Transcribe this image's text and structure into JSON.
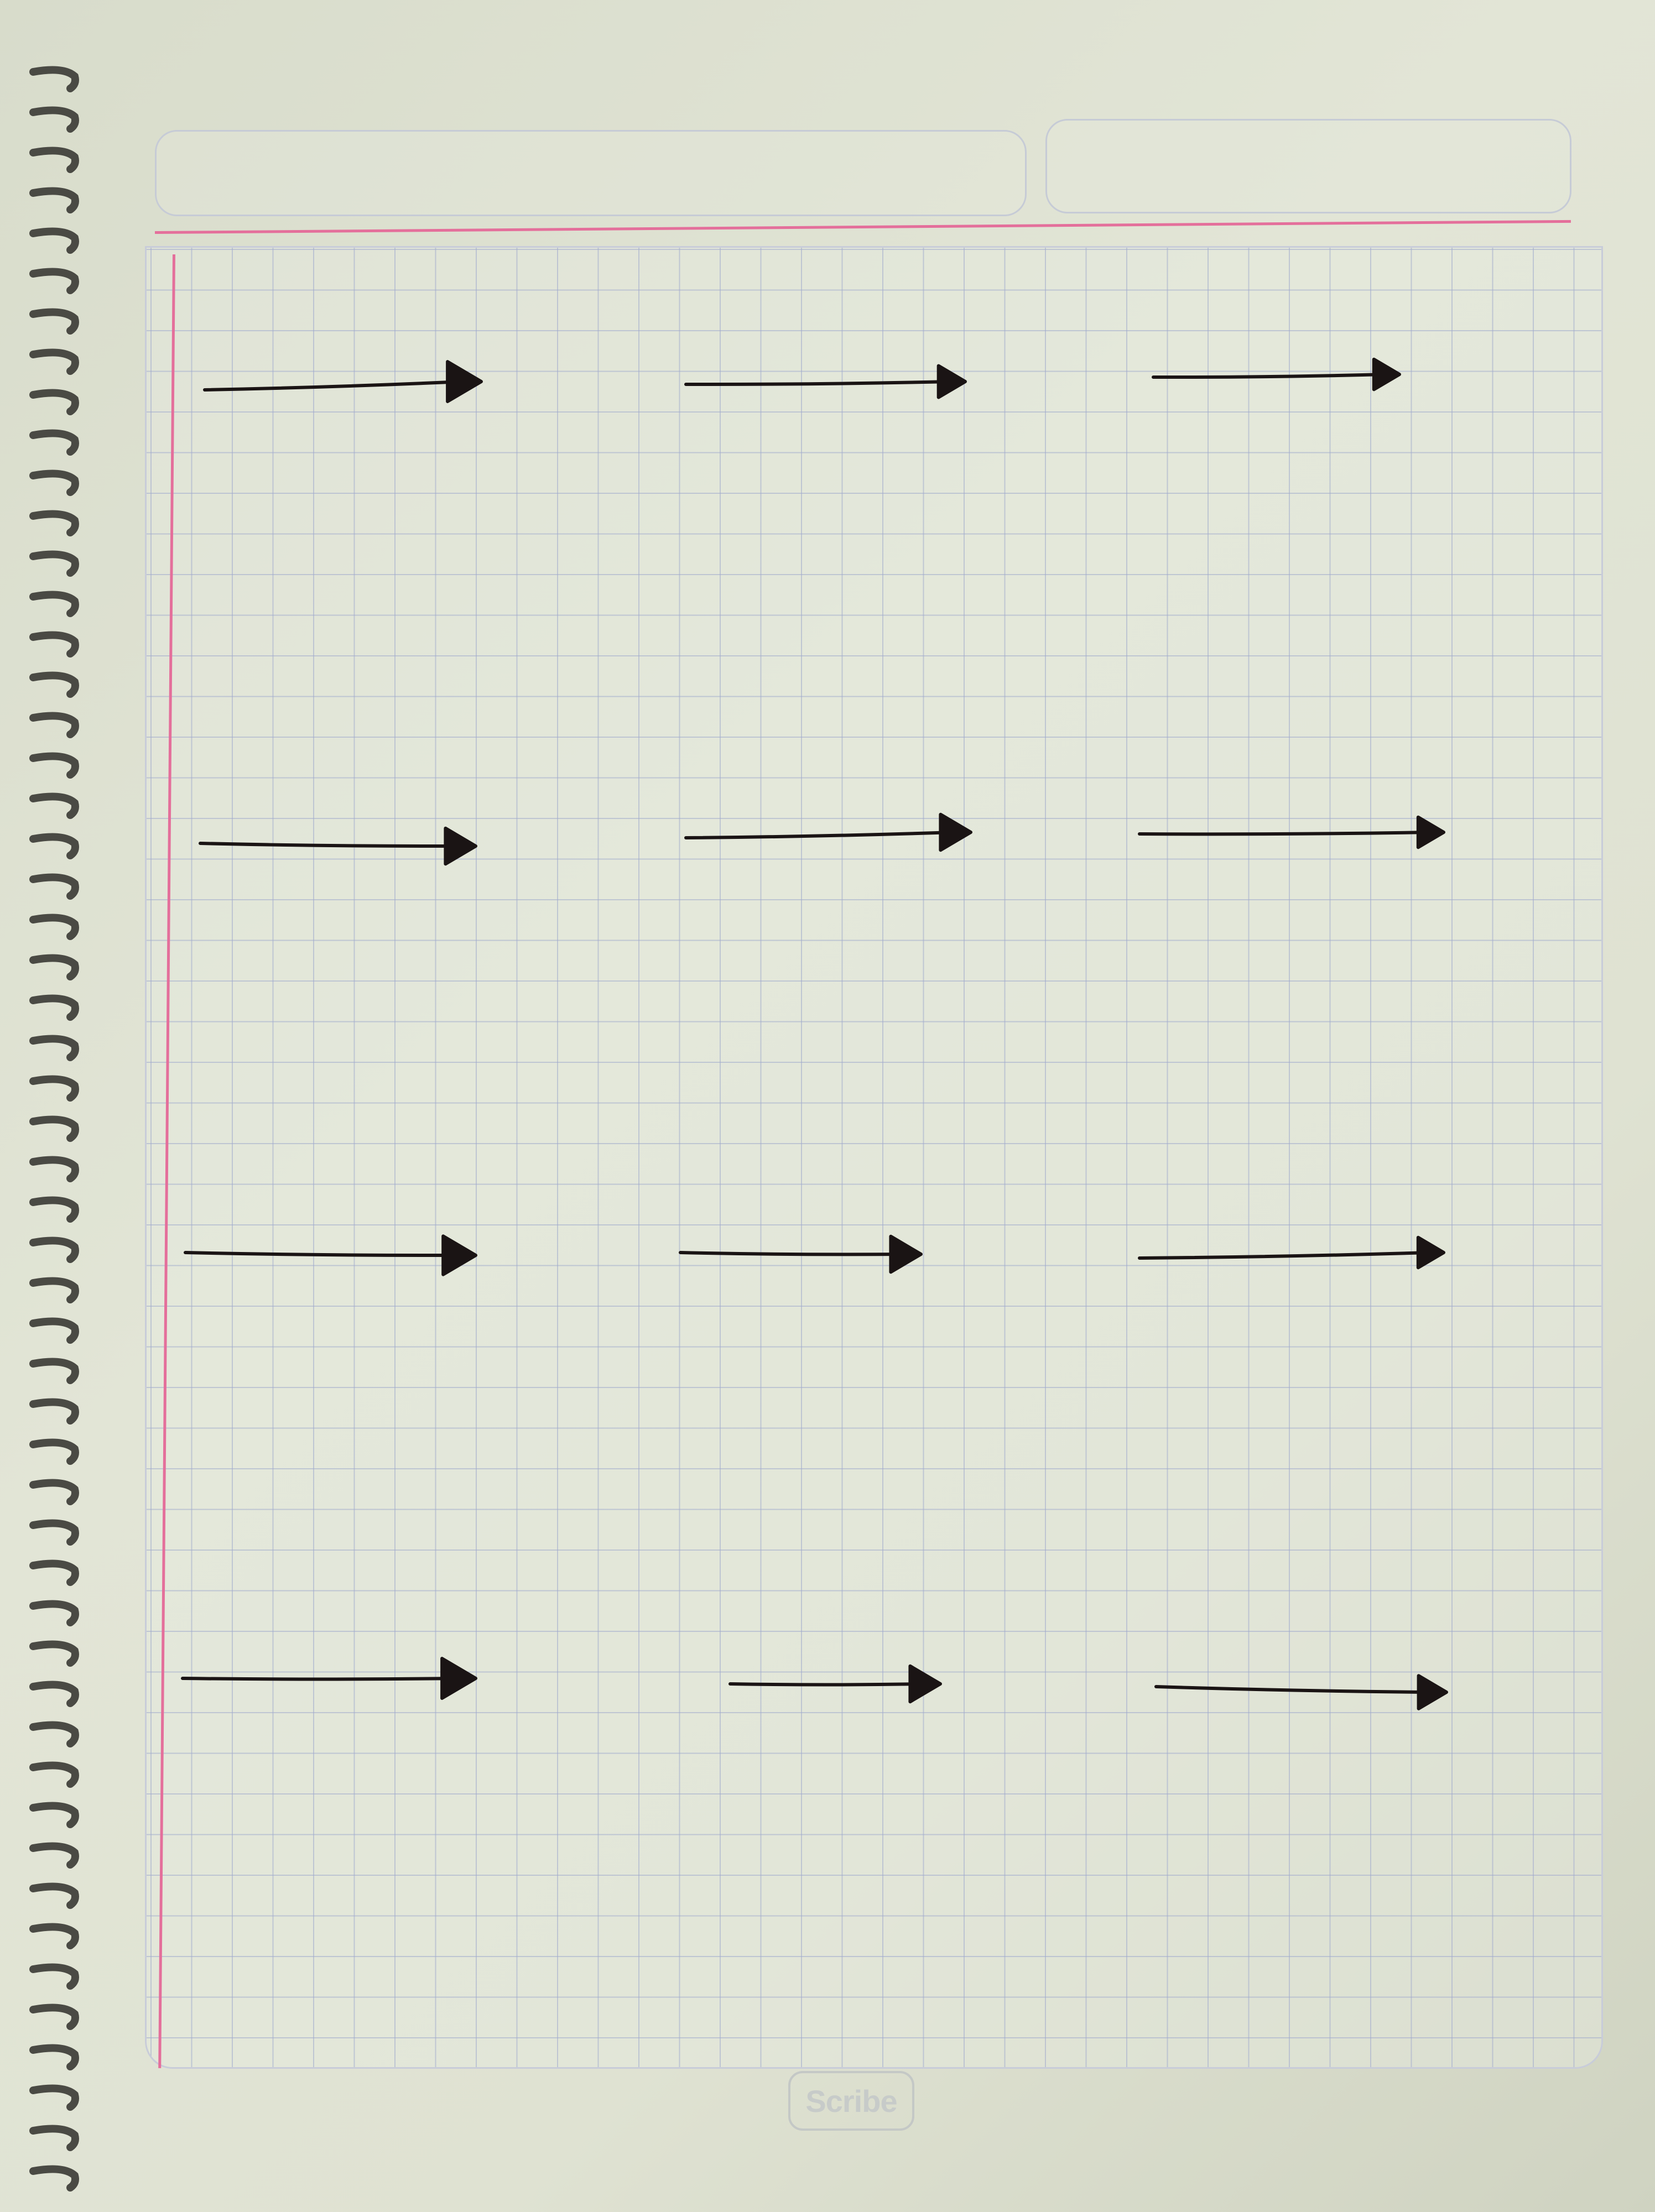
{
  "brand": {
    "logo_text": "Scribe"
  },
  "colors": {
    "paper": "#e2e5d6",
    "grid_line": "#a0aacd",
    "margin_line": "#e46f9b",
    "ink": "#1a1414"
  },
  "drawing": {
    "description_rows": 4,
    "description_cols": 3,
    "arrows": [
      {
        "row": 1,
        "col": 1,
        "direction": "right"
      },
      {
        "row": 1,
        "col": 2,
        "direction": "right"
      },
      {
        "row": 1,
        "col": 3,
        "direction": "right"
      },
      {
        "row": 2,
        "col": 1,
        "direction": "right"
      },
      {
        "row": 2,
        "col": 2,
        "direction": "right"
      },
      {
        "row": 2,
        "col": 3,
        "direction": "right"
      },
      {
        "row": 3,
        "col": 1,
        "direction": "right"
      },
      {
        "row": 3,
        "col": 2,
        "direction": "right"
      },
      {
        "row": 3,
        "col": 3,
        "direction": "right"
      },
      {
        "row": 4,
        "col": 1,
        "direction": "right"
      },
      {
        "row": 4,
        "col": 2,
        "direction": "right"
      },
      {
        "row": 4,
        "col": 3,
        "direction": "right"
      }
    ]
  }
}
